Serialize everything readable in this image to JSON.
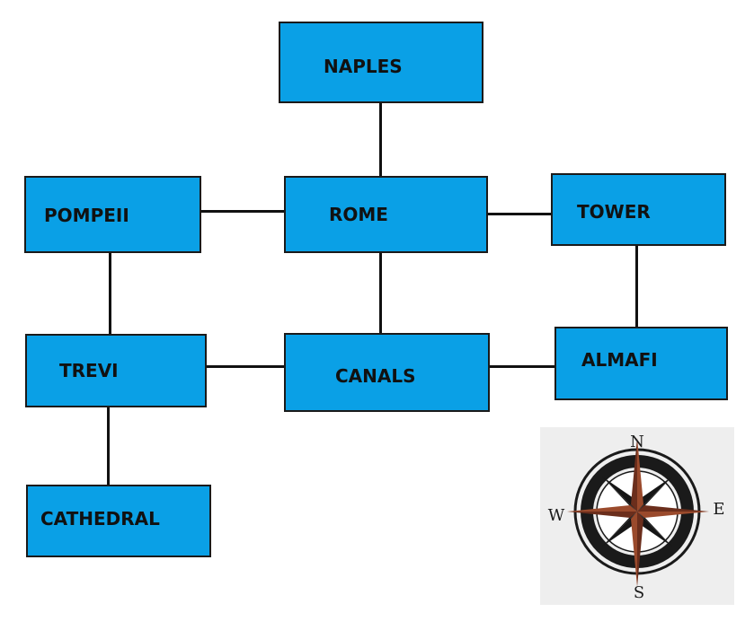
{
  "nodes": {
    "naples": "NAPLES",
    "rome": "ROME",
    "pompeii": "POMPEII",
    "tower": "TOWER",
    "trevi": "TREVI",
    "canals": "CANALS",
    "almafi": "ALMAFI",
    "cathedral": "CATHEDRAL"
  },
  "compass": {
    "n": "N",
    "s": "S",
    "e": "E",
    "w": "W"
  },
  "colors": {
    "node_fill": "#0aa0e6",
    "line": "#111111"
  }
}
